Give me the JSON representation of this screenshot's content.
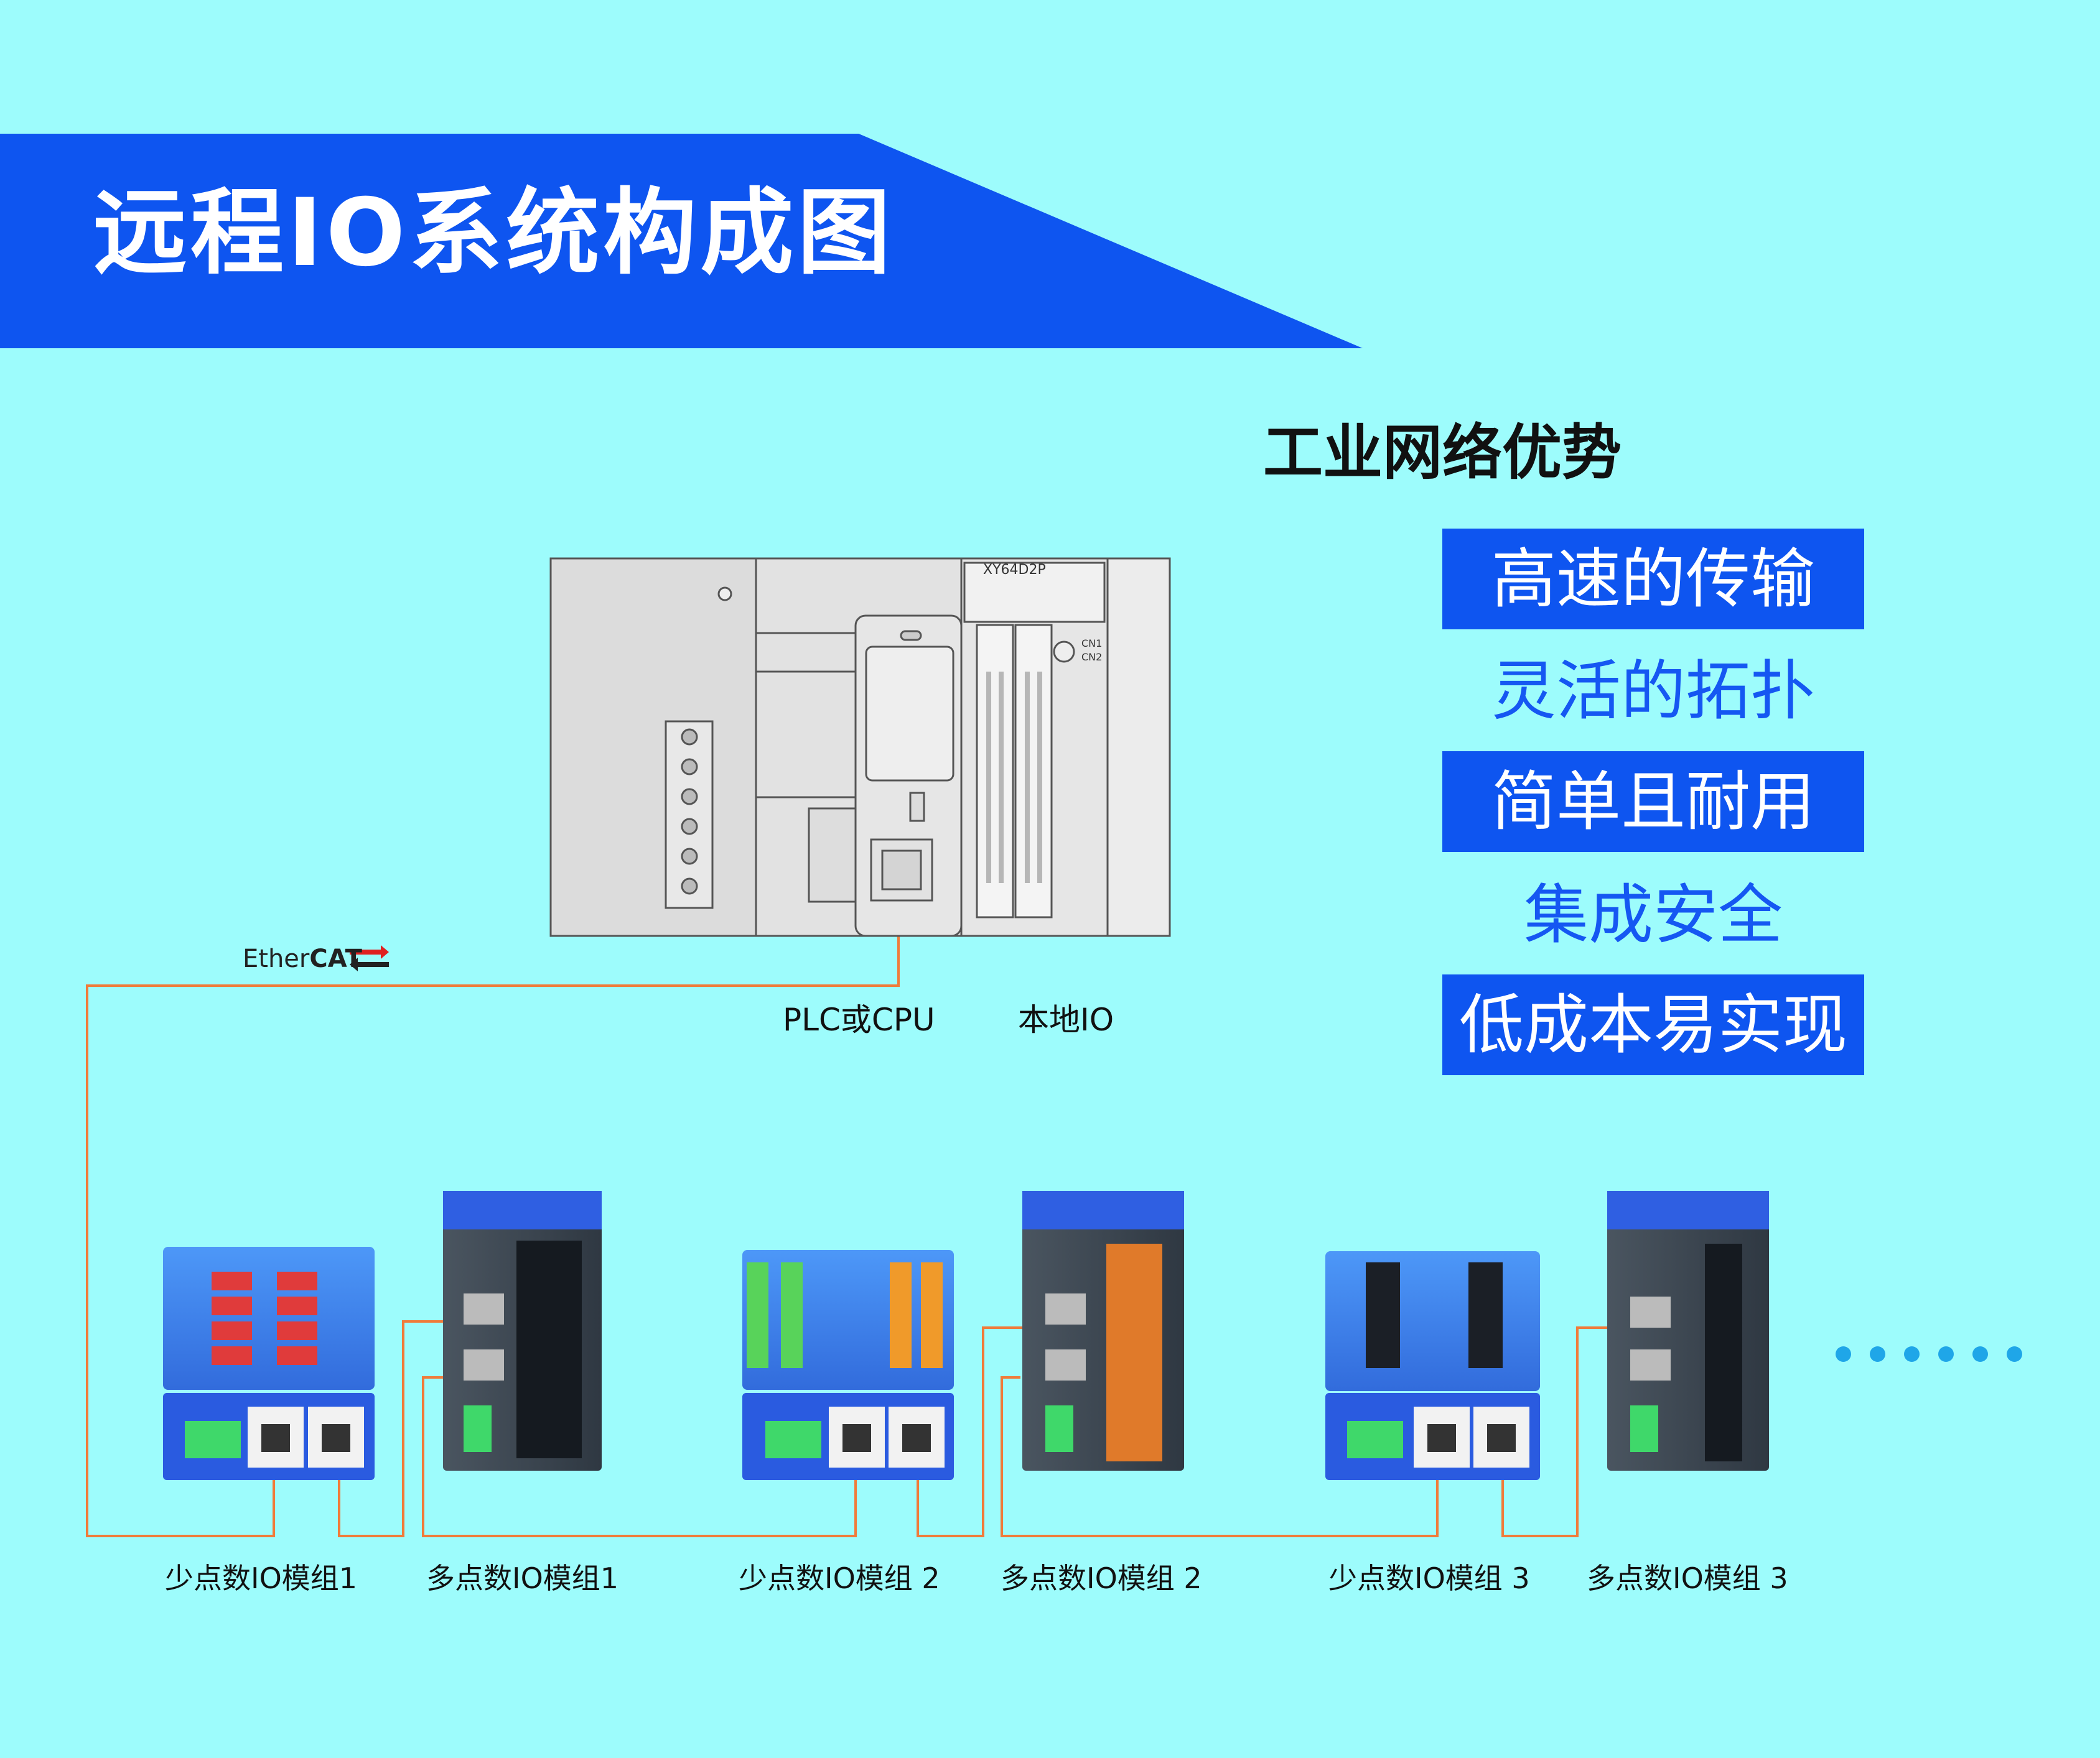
{
  "title": "远程IO系统构成图",
  "advantages": {
    "heading": "工业网络优势",
    "items": [
      {
        "label": "高速的传输",
        "style": "filled"
      },
      {
        "label": "灵活的拓扑",
        "style": "plain"
      },
      {
        "label": "简单且耐用",
        "style": "filled"
      },
      {
        "label": "集成安全",
        "style": "plain"
      },
      {
        "label": "低成本易实现",
        "style": "filled"
      }
    ]
  },
  "network": {
    "protocol_prefix": "Ether",
    "protocol_suffix": "CAT"
  },
  "top_units": {
    "plc_label": "PLC或CPU",
    "local_io_label": "本地IO",
    "local_io_model": "XY64D2P",
    "cn1": "CN1",
    "cn2": "CN2"
  },
  "modules": [
    {
      "label": "少点数IO模组1"
    },
    {
      "label": "多点数IO模组1"
    },
    {
      "label": "少点数IO模组 2"
    },
    {
      "label": "多点数IO模组 2"
    },
    {
      "label": "少点数IO模组 3"
    },
    {
      "label": "多点数IO模组 3"
    }
  ],
  "colors": {
    "background": "#9dfcfc",
    "banner": "#0e55f0",
    "accent_blue": "#1557f2",
    "cable": "#f07b3a",
    "continuation_dots": "#1fa6e8"
  }
}
